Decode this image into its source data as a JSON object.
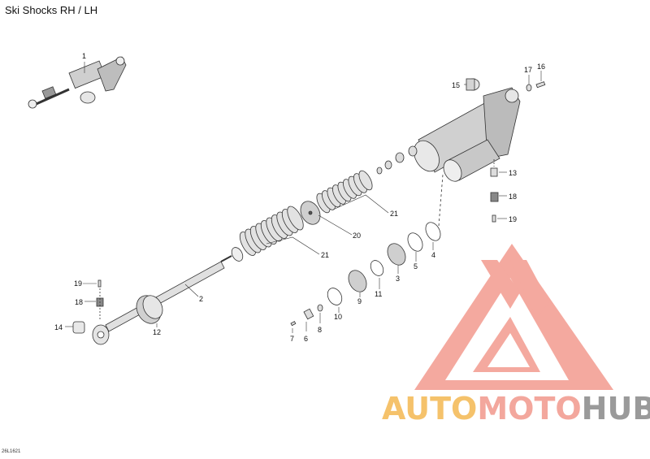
{
  "title": "Ski Shocks RH / LH",
  "diagram_code": "26L1621",
  "watermark": {
    "part1": "AUTO",
    "part2": "MOTO",
    "part3": "HUB",
    "colors": {
      "auto": "#f5c26b",
      "moto": "#f3a79d",
      "hub": "#9a9a9a",
      "logo": "#f39b8f"
    }
  },
  "callouts": [
    {
      "id": "c1",
      "text": "1"
    },
    {
      "id": "c2",
      "text": "2"
    },
    {
      "id": "c3",
      "text": "3"
    },
    {
      "id": "c4",
      "text": "4"
    },
    {
      "id": "c5",
      "text": "5"
    },
    {
      "id": "c6",
      "text": "6"
    },
    {
      "id": "c7",
      "text": "7"
    },
    {
      "id": "c8",
      "text": "8"
    },
    {
      "id": "c9",
      "text": "9"
    },
    {
      "id": "c10",
      "text": "10"
    },
    {
      "id": "c11",
      "text": "11"
    },
    {
      "id": "c12",
      "text": "12"
    },
    {
      "id": "c13",
      "text": "13"
    },
    {
      "id": "c14",
      "text": "14"
    },
    {
      "id": "c15",
      "text": "15"
    },
    {
      "id": "c16",
      "text": "16"
    },
    {
      "id": "c17",
      "text": "17"
    },
    {
      "id": "c18a",
      "text": "18"
    },
    {
      "id": "c18b",
      "text": "18"
    },
    {
      "id": "c19a",
      "text": "19"
    },
    {
      "id": "c19b",
      "text": "19"
    },
    {
      "id": "c20",
      "text": "20"
    },
    {
      "id": "c21a",
      "text": "21"
    },
    {
      "id": "c21b",
      "text": "21"
    }
  ]
}
